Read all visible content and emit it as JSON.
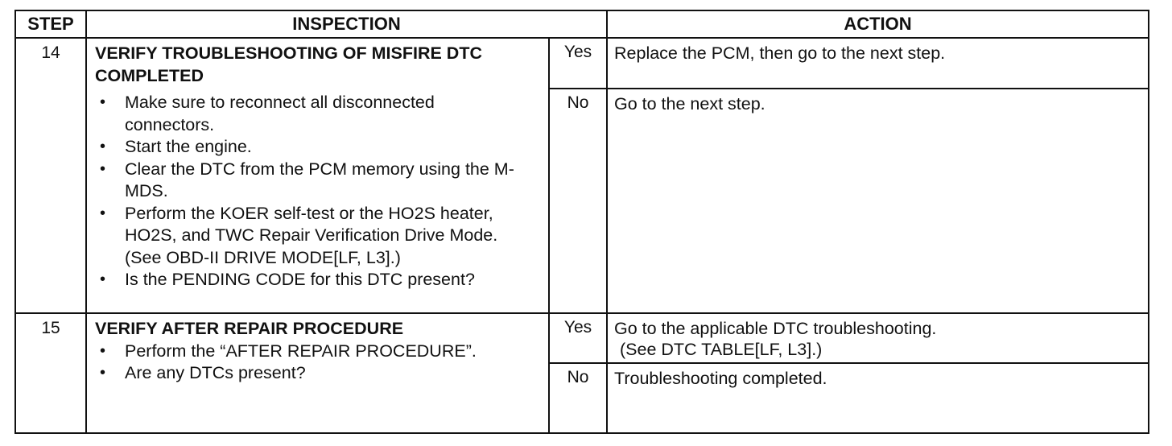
{
  "headers": {
    "step": "STEP",
    "inspection": "INSPECTION",
    "action": "ACTION"
  },
  "rows": [
    {
      "step": "14",
      "title_line1": "VERIFY TROUBLESHOOTING OF MISFIRE DTC",
      "title_line2": "COMPLETED",
      "bullets": [
        "Make sure to reconnect all disconnected connectors.",
        "Start the engine.",
        "Clear the DTC from the PCM memory using the M-MDS.",
        "Perform the KOER self-test or the HO2S heater, HO2S, and TWC Repair Verification Drive Mode.",
        "Is the PENDING CODE for this DTC present?"
      ],
      "bullet3_note": "(See OBD-II DRIVE MODE[LF, L3].)",
      "yes_label": "Yes",
      "yes_action": "Replace the PCM, then go to the next step.",
      "no_label": "No",
      "no_action": "Go to the next step."
    },
    {
      "step": "15",
      "title_line1": "VERIFY AFTER REPAIR PROCEDURE",
      "bullets": [
        "Perform the “AFTER REPAIR PROCEDURE”.",
        "Are any DTCs present?"
      ],
      "yes_label": "Yes",
      "yes_action": "Go to the applicable DTC troubleshooting.",
      "yes_action_note": "(See DTC TABLE[LF, L3].)",
      "no_label": "No",
      "no_action": "Troubleshooting completed."
    }
  ]
}
